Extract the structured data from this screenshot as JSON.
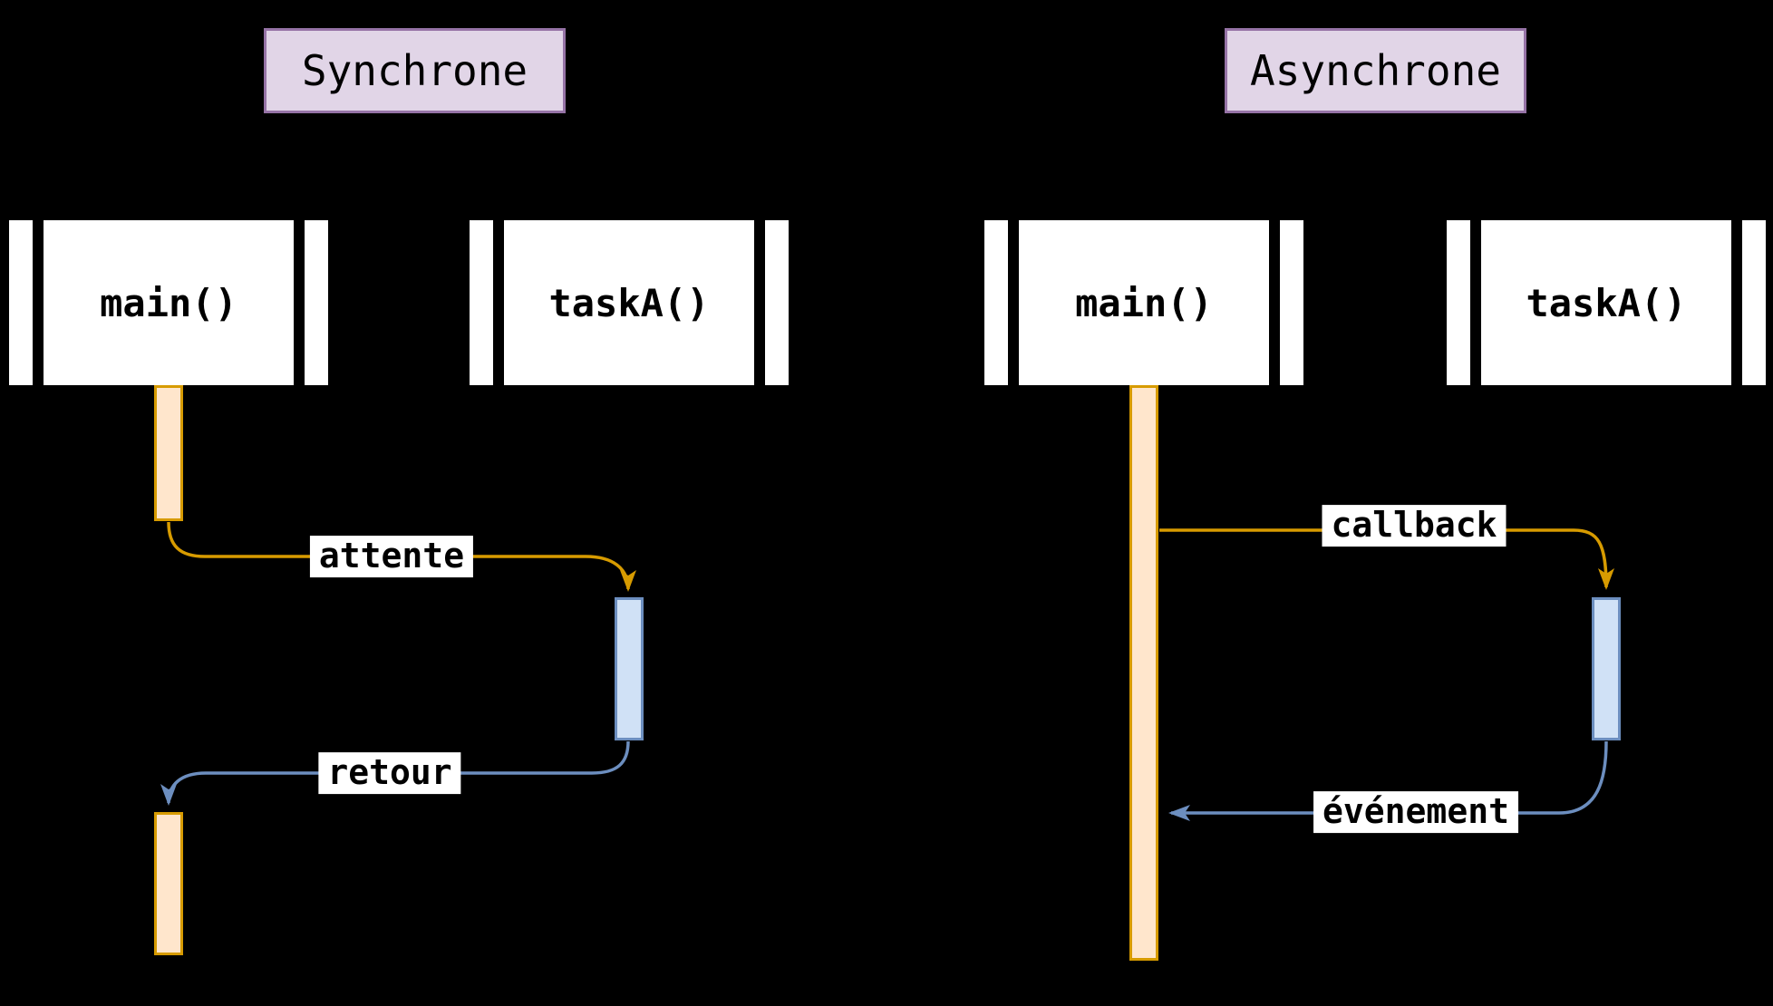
{
  "figure": {
    "type": "sequence-diagram-comparison",
    "background": "#000000",
    "description": "Two UML-style sequence diagrams comparing synchronous and asynchronous calls between main() and taskA()"
  },
  "colors": {
    "background": "#000000",
    "title_fill": "#E1D5E7",
    "title_stroke": "#9673A6",
    "participant_fill": "#FFFFFF",
    "participant_text": "#000000",
    "activation_orange_fill": "#FFE6CC",
    "activation_orange_stroke": "#D79B00",
    "activation_blue_fill": "#D0E1F6",
    "activation_blue_stroke": "#6C8EBF",
    "arrow_orange": "#D79B00",
    "arrow_blue": "#6C8EBF",
    "label_bg": "#FFFFFF",
    "label_text": "#000000"
  },
  "diagrams": [
    {
      "title": "Synchrone",
      "participants": [
        {
          "name": "main()"
        },
        {
          "name": "taskA()"
        }
      ],
      "messages": [
        {
          "label": "attente",
          "from": "main()",
          "to": "taskA()",
          "style": "orange",
          "direction": "down-right"
        },
        {
          "label": "retour",
          "from": "taskA()",
          "to": "main()",
          "style": "blue",
          "direction": "down-left"
        }
      ]
    },
    {
      "title": "Asynchrone",
      "participants": [
        {
          "name": "main()"
        },
        {
          "name": "taskA()"
        }
      ],
      "messages": [
        {
          "label": "callback",
          "from": "main()",
          "to": "taskA()",
          "style": "orange",
          "direction": "right-down"
        },
        {
          "label": "événement",
          "from": "taskA()",
          "to": "main()",
          "style": "blue",
          "direction": "down-left"
        }
      ]
    }
  ]
}
